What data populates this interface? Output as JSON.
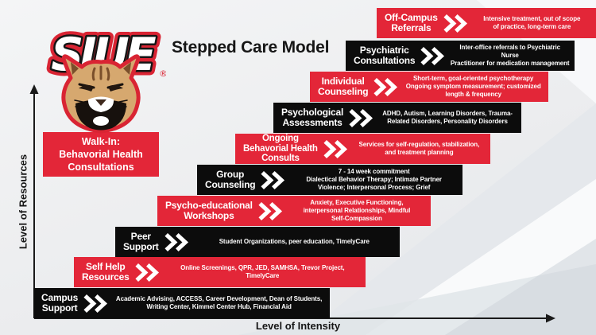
{
  "header": {
    "title": "Stepped Care Model"
  },
  "logo": {
    "wordmark": "SIUE",
    "registered": "®",
    "mascot": "cougar-head"
  },
  "axes": {
    "y_label": "Level of Resources",
    "x_label": "Level of Intensity"
  },
  "walk_in": {
    "label": "Walk-In:\nBehavorial Health\nConsultations"
  },
  "steps": [
    {
      "color": "red",
      "title": "Off-Campus\nReferrals",
      "desc": "Intensive treatment, out of scope\nof practice, long-term care"
    },
    {
      "color": "black",
      "title": "Psychiatric\nConsultations",
      "desc": "Inter-office referrals to Psychiatric Nurse\nPractitioner for medication management"
    },
    {
      "color": "red",
      "title": "Individual\nCounseling",
      "desc": "Short-term, goal-oriented psychotherapy\nOngoing symptom measurement; customized\nlength & frequency"
    },
    {
      "color": "black",
      "title": "Psychological\nAssessments",
      "desc": "ADHD, Autism, Learning Disorders, Trauma-\nRelated Disorders, Personality Disorders"
    },
    {
      "color": "red",
      "title": "Ongoing\nBehavorial Health\nConsults",
      "desc": "Services for self-regulation, stabilization,\nand treatment planning"
    },
    {
      "color": "black",
      "title": "Group\nCounseling",
      "desc": "7 - 14 week commitment\nDialectical Behavior Therapy; Intimate Partner\nViolence; Interpersonal Process; Grief"
    },
    {
      "color": "red",
      "title": "Psycho-educational\nWorkshops",
      "desc": "Anxiety, Executive Functioning,\ninterpersonal Relationships, Mindful\nSelf-Compassion"
    },
    {
      "color": "black",
      "title": "Peer\nSupport",
      "desc": "Student Organizations, peer education, TimelyCare"
    },
    {
      "color": "red",
      "title": "Self Help\nResources",
      "desc": "Online Screenings, QPR, JED, SAMHSA, Trevor Project, TimelyCare"
    },
    {
      "color": "black",
      "title": "Campus\nSupport",
      "desc": "Academic Advising, ACCESS, Career Development, Dean of Students,\nWriting Center, Kimmel Center Hub, Financial Aid"
    }
  ],
  "meta": {
    "icons": {
      "step_marker": "double-chevron-right-icon"
    },
    "colors": {
      "red": "#e32638",
      "black": "#0c0c0c",
      "background": "#eceef0",
      "step_text": "#ffffff",
      "axis": "#1a1a1a"
    }
  }
}
